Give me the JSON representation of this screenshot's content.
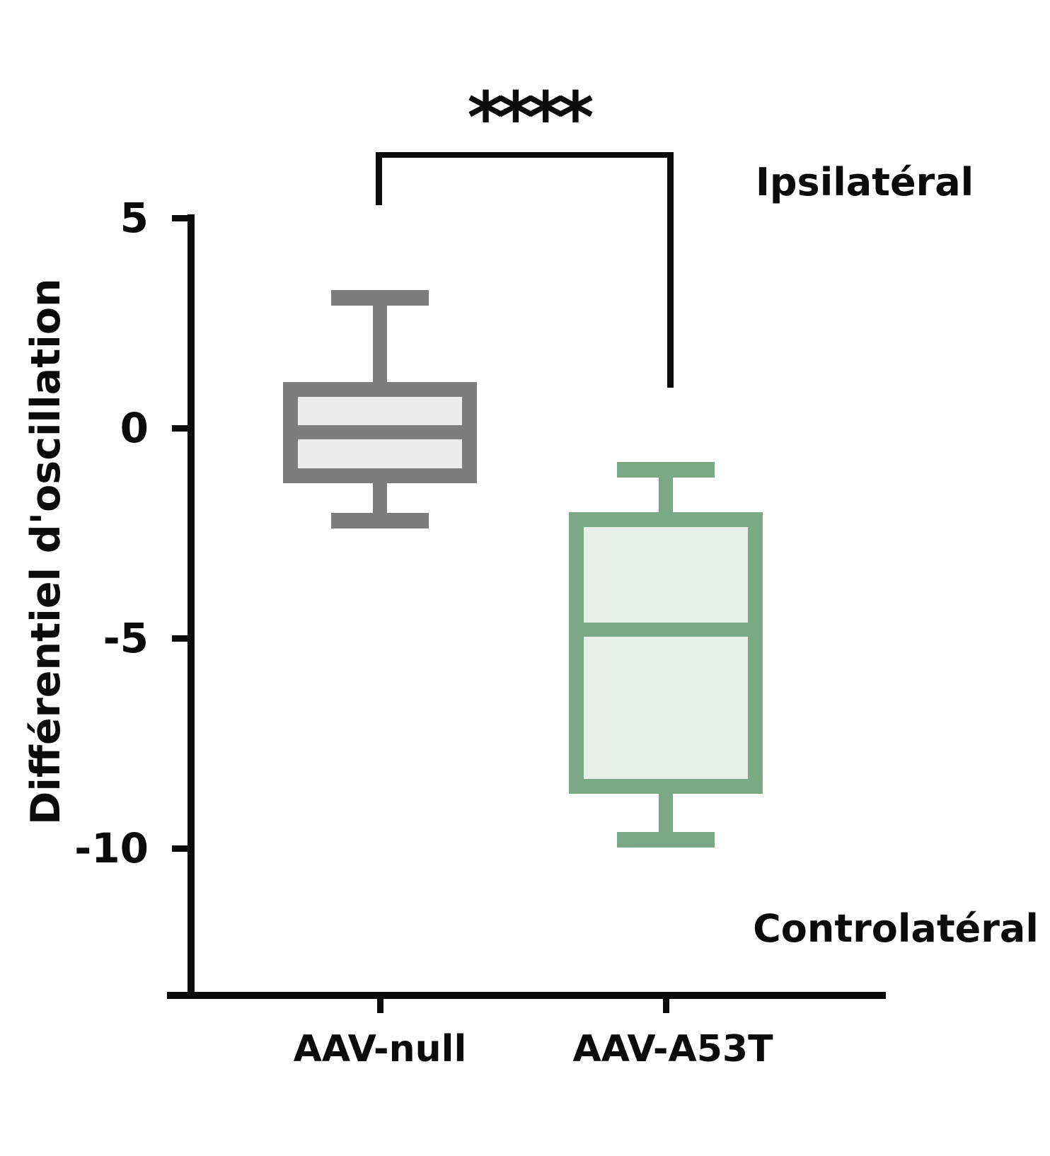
{
  "chart_data": {
    "type": "box",
    "title": "",
    "ylabel": "Différentiel d'oscillation",
    "xlabel": "",
    "categories": [
      "AAV-null",
      "AAV-A53T"
    ],
    "y_ticks": [
      5,
      0,
      -5,
      -10
    ],
    "ylim": [
      -13.4,
      5.1
    ],
    "grid": false,
    "legend": "none",
    "annotations": [
      "Ipsilatéral",
      "Controlatéral"
    ],
    "significance": {
      "label": "****",
      "between": [
        "AAV-null",
        "AAV-A53T"
      ]
    },
    "series": [
      {
        "name": "AAV-null",
        "border_color": "#7d7d7d",
        "fill_color": "#ececec",
        "min": -2.2,
        "q1": -1.3,
        "median": -0.1,
        "q3": 1.1,
        "max": 3.1
      },
      {
        "name": "AAV-A53T",
        "border_color": "#7ca985",
        "fill_color": "#e8f0e9",
        "min": -9.8,
        "q1": -8.7,
        "median": -4.8,
        "q3": -2.0,
        "max": -1.0
      }
    ]
  }
}
